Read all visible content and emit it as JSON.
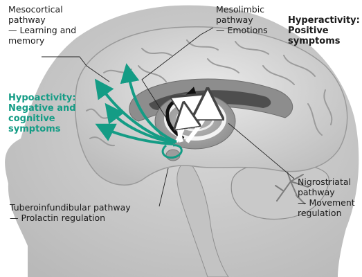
{
  "labels": {
    "mesocortical": "Mesocortical\npathway\n— Learning and\nmemory",
    "mesolimbic": "Mesolimbic\npathway\n— Emotions",
    "hyperactivity": "Hyperactivity:\nPositive\nsymptoms",
    "hypoactivity": "Hypoactivity:\nNegative and\ncognitive\nsymptoms",
    "tuberoinfundibular": "Tuberoinfundibular pathway\n— Prolactin regulation",
    "nigrostriatal": "Nigrostriatal\npathway\n— Movement\nregulation"
  },
  "colors": {
    "accent_teal": "#149c85",
    "text": "#1a1a1a"
  }
}
